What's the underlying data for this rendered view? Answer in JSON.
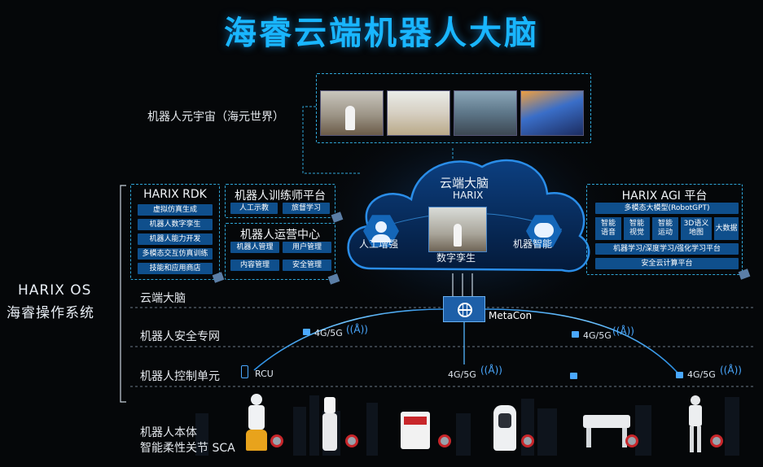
{
  "title": "海睿云端机器人大脑",
  "metaverse": {
    "label": "机器人元宇宙（海元世界）"
  },
  "os": {
    "line1": "HARIX OS",
    "line2": "海睿操作系统"
  },
  "layers": {
    "cloud": "云端大脑",
    "network": "机器人安全专网",
    "control": "机器人控制单元",
    "body_line1": "机器人本体",
    "body_line2": "智能柔性关节 SCA"
  },
  "rdk": {
    "title": "HARIX RDK",
    "items": [
      "虚拟仿真生成",
      "机器人数字孪生",
      "机器人能力开发",
      "多模态交互仿真训练",
      "技能和应用商店"
    ]
  },
  "trainer": {
    "title": "机器人训练师平台",
    "items": [
      "人工示教",
      "旅督学习"
    ]
  },
  "ops": {
    "title": "机器人运营中心",
    "items": [
      "机器人管理",
      "用户管理",
      "内容管理",
      "安全管理"
    ]
  },
  "cloud_brain": {
    "title": "云端大脑",
    "subtitle": "HARIX",
    "left": "人工增强",
    "center": "数字孪生",
    "right": "机器智能"
  },
  "agi": {
    "title": "HARIX AGI 平台",
    "model": "多模态大模型(RobotGPT)",
    "modules": [
      "智能\n语音",
      "智能\n视觉",
      "智能\n运动",
      "3D语义\n地图",
      "大数据"
    ],
    "learning": "机器学习/深度学习/强化学习平台",
    "secure": "安全云计算平台"
  },
  "metacon": "MetaCon",
  "network": {
    "left": "4G/5G",
    "right": "4G/5G"
  },
  "control": {
    "rcu": "RCU",
    "mid": "4G/5G",
    "right": "4G/5G"
  },
  "colors": {
    "title": "#19b6ff",
    "chip": "#0f4f8c",
    "dashed": "#2fa6d8"
  }
}
